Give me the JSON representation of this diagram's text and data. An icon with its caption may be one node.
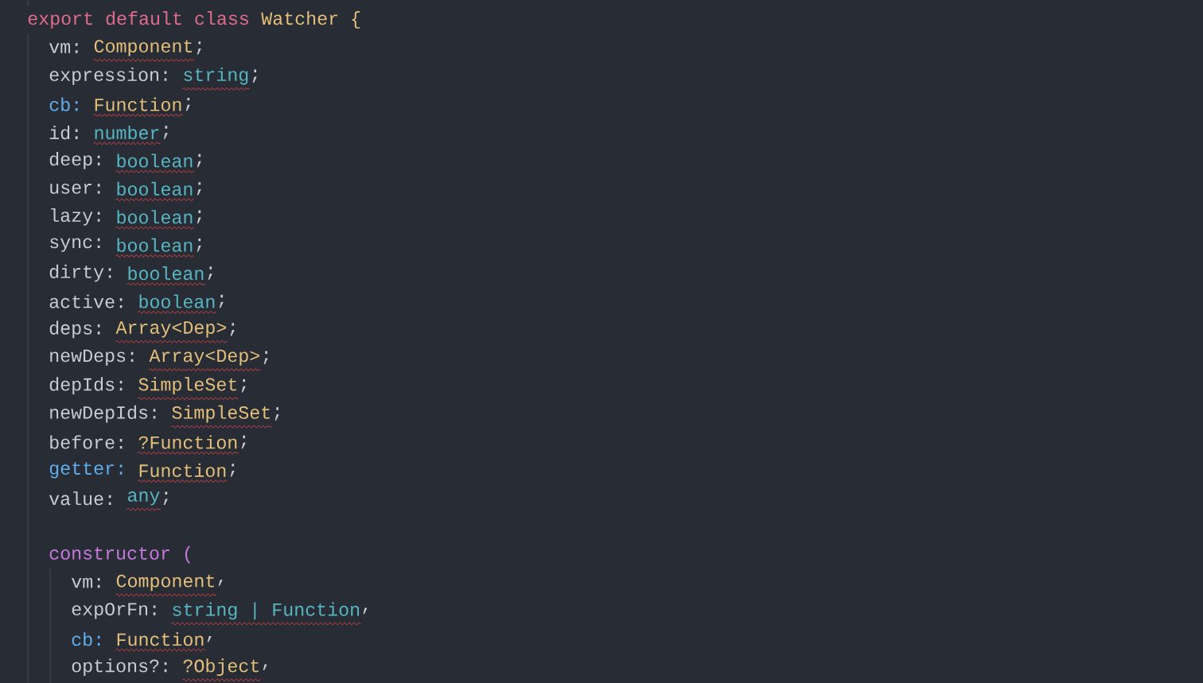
{
  "diagram": {
    "labels": [
      "export default class",
      "Watcher {",
      "vm:",
      "Component",
      ";",
      "expression:",
      "string",
      ";",
      "cb:",
      "Function",
      ";",
      "id:",
      "number",
      ";",
      "deep:",
      "boolean",
      ";",
      "user:",
      "boolean",
      ";",
      "lazy:",
      "boolean",
      ";",
      "sync:",
      "boolean",
      ";",
      "dirty:",
      "boolean",
      ";",
      "active:",
      "boolean",
      ";",
      "deps:",
      "Array<Dep>",
      ";",
      "newDeps:",
      "Array<Dep>",
      ";",
      "depIds:",
      "SimpleSet",
      ";",
      "newDepIds:",
      "SimpleSet",
      ";",
      "before:",
      "?Function",
      ";",
      "getter:",
      "Function",
      ";",
      "value:",
      "any",
      ";",
      "constructor (",
      "vm:",
      "Component",
      ",",
      "expOrFn:",
      "string | Function",
      ",",
      "cb:",
      "Function",
      ",",
      "options?:",
      "?Object",
      ","
    ]
  }
}
